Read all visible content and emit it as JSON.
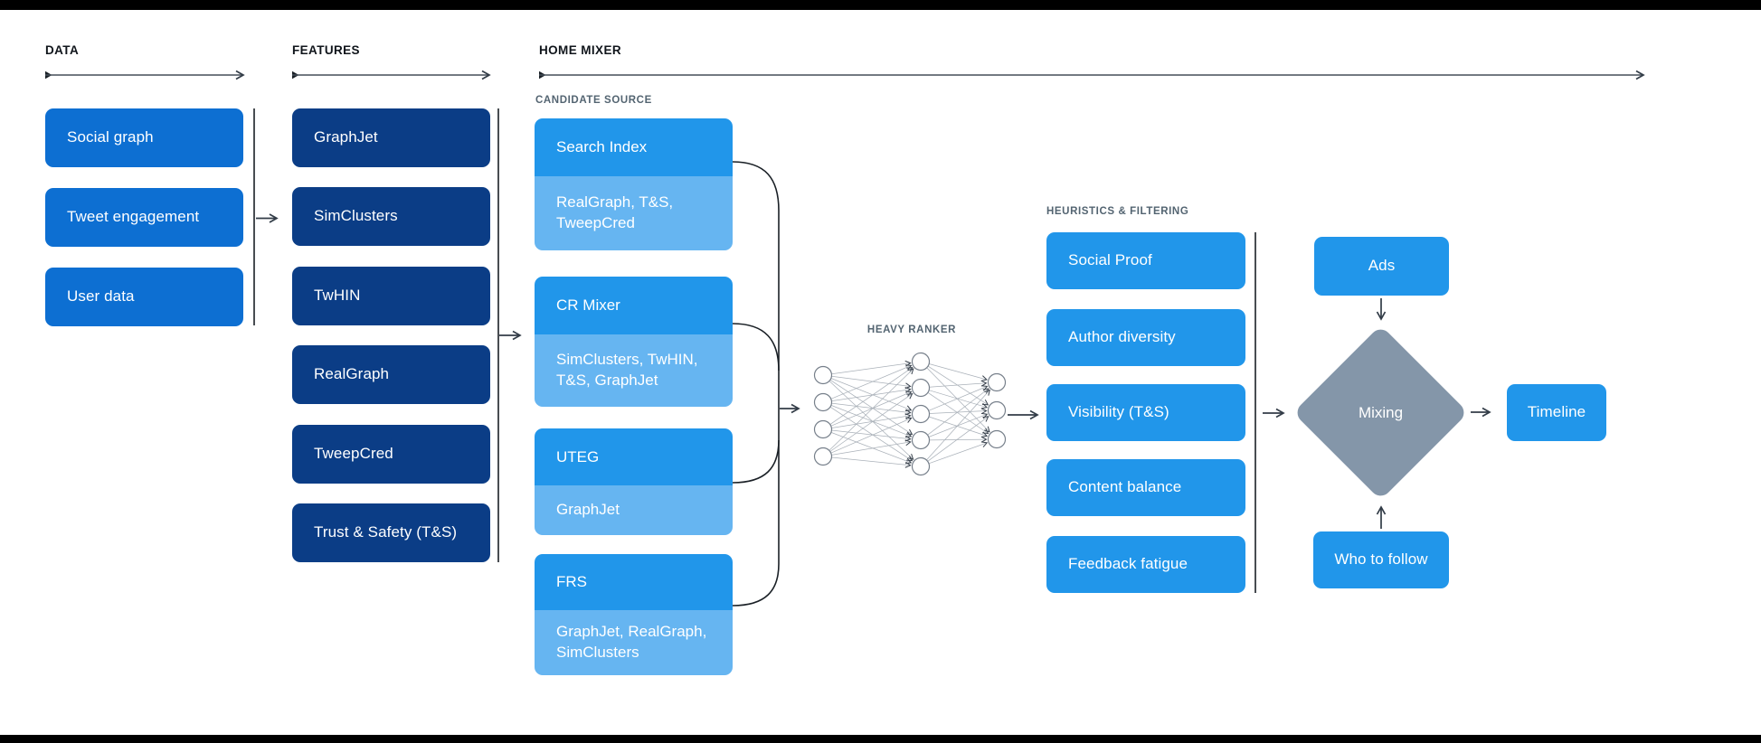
{
  "colors": {
    "box_blue": "#0D6FD2",
    "box_navy": "#0B3D86",
    "box_bright": "#2196EA",
    "box_light": "#66B5F1",
    "diamond_gray": "#8496A9",
    "stroke_dark": "#1A2026"
  },
  "sections": {
    "data": {
      "title": "DATA",
      "items": [
        "Social graph",
        "Tweet engagement",
        "User data"
      ]
    },
    "features": {
      "title": "FEATURES",
      "items": [
        "GraphJet",
        "SimClusters",
        "TwHIN",
        "RealGraph",
        "TweepCred",
        "Trust & Safety (T&S)"
      ]
    },
    "home_mixer": {
      "title": "HOME MIXER",
      "candidate_source": {
        "label": "CANDIDATE SOURCE",
        "cards": [
          {
            "title": "Search Index",
            "features": "RealGraph, T&S, TweepCred"
          },
          {
            "title": "CR Mixer",
            "features": "SimClusters, TwHIN, T&S, GraphJet"
          },
          {
            "title": "UTEG",
            "features": "GraphJet"
          },
          {
            "title": "FRS",
            "features": "GraphJet, RealGraph, SimClusters"
          }
        ]
      },
      "heavy_ranker": {
        "label": "HEAVY RANKER"
      },
      "heuristics": {
        "label": "HEURISTICS & FILTERING",
        "items": [
          "Social Proof",
          "Author diversity",
          "Visibility (T&S)",
          "Content balance",
          "Feedback fatigue"
        ]
      },
      "mixing": {
        "ads": "Ads",
        "mixing": "Mixing",
        "who_to_follow": "Who to follow",
        "timeline": "Timeline"
      }
    }
  }
}
